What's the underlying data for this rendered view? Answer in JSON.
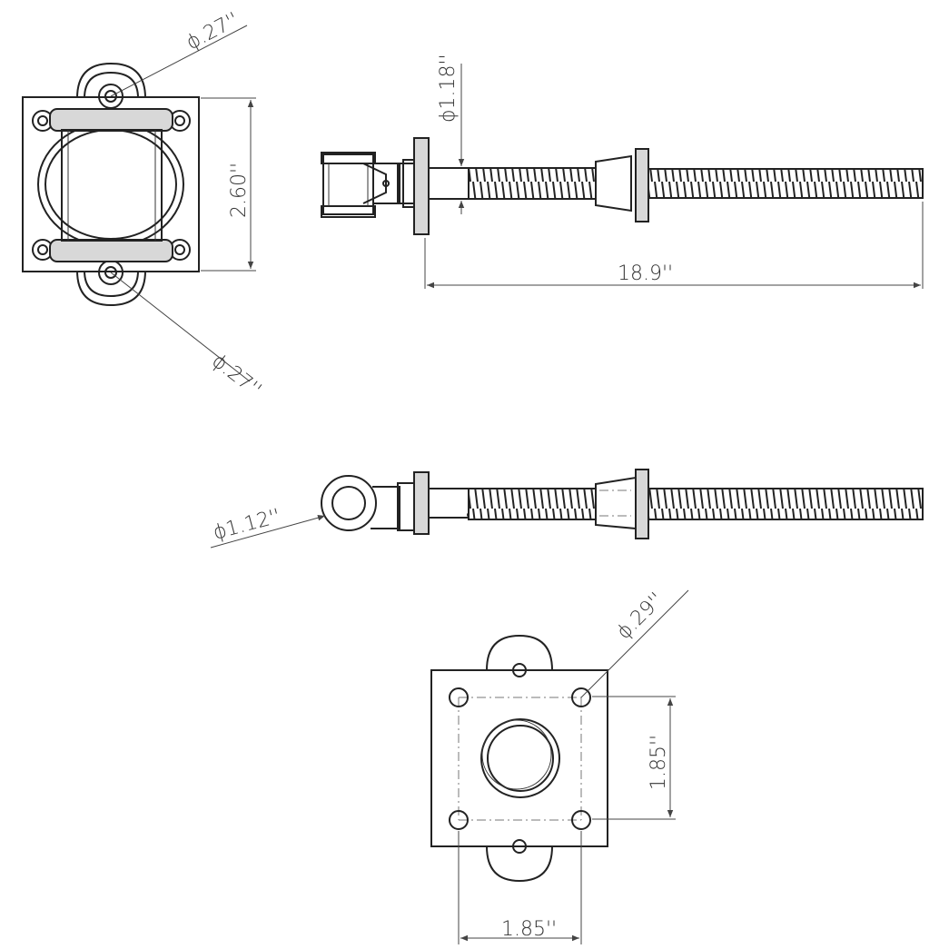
{
  "dimensions": {
    "top_hole_dia": "ϕ.27''",
    "bottom_hole_dia": "ϕ.27''",
    "bracket_height": "2.60''",
    "flange_dia": "ϕ1.18''",
    "overall_length": "18.9''",
    "eye_dia": "ϕ1.12''",
    "plate_hole_dia": "ϕ.29''",
    "hole_spacing_vertical": "1.85''",
    "hole_spacing_horizontal": "1.85''"
  }
}
